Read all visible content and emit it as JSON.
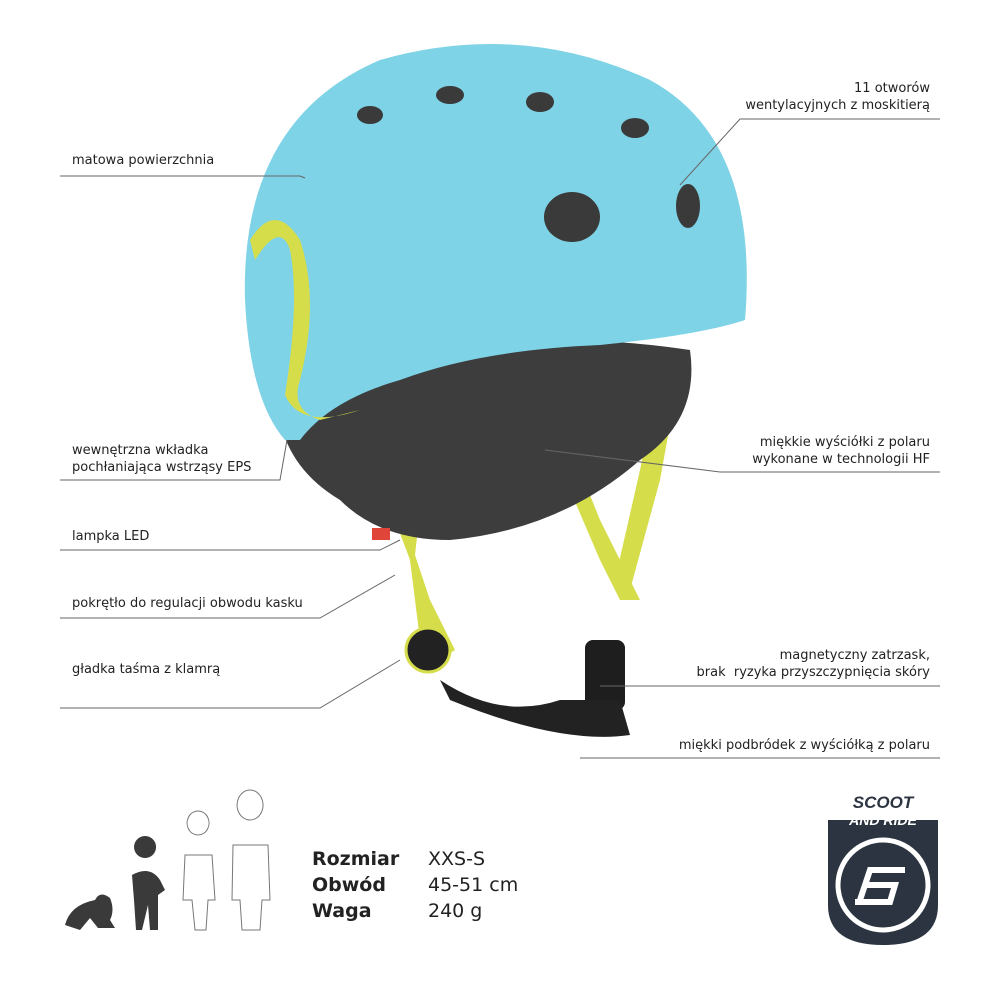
{
  "callouts": {
    "surface": "matowa powierzchnia",
    "vents": [
      "11 otworów",
      "wentylacyjnych z moskitierą"
    ],
    "eps": [
      "wewnętrzna wkładka",
      "pochłaniająca wstrząsy EPS"
    ],
    "padding": [
      "miękkie wyściółki z polaru",
      "wykonane w technologii HF"
    ],
    "led": "lampka LED",
    "dial": "pokrętło do regulacji obwodu kasku",
    "buckle": [
      "magnetyczny zatrzask,",
      "brak  ryzyka przyszczypnięcia skóry"
    ],
    "strap": "gładka taśma z klamrą",
    "chin": "miękki podbródek z wyściółką z polaru"
  },
  "specs": {
    "labels": [
      "Rozmiar",
      "Obwód",
      "Waga"
    ],
    "values": [
      "XXS-S",
      "45-51 cm",
      "240 g"
    ]
  },
  "logo": {
    "text": "SCOOT AND RIDE"
  },
  "colors": {
    "helmet": "#7fd3e6",
    "strap": "#d6dd4a",
    "liner": "#3a3a3a"
  }
}
